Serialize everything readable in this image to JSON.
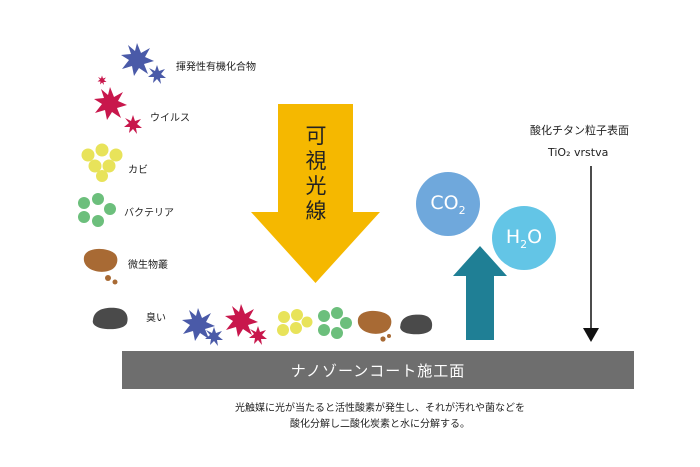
{
  "legend": [
    {
      "key": "voc",
      "label": "揮発性有機化合物",
      "color": "#4a5aa8"
    },
    {
      "key": "virus",
      "label": "ウイルス",
      "color": "#c8174c"
    },
    {
      "key": "mold",
      "label": "カビ",
      "color": "#e8e35a"
    },
    {
      "key": "bacteria",
      "label": "バクテリア",
      "color": "#6cbf7c"
    },
    {
      "key": "dust",
      "label": "微生物叢",
      "color": "#a86a34"
    },
    {
      "key": "odor",
      "label": "臭い",
      "color": "#4a4a4a"
    }
  ],
  "light": {
    "label_chars": [
      "可",
      "視",
      "光",
      "線"
    ],
    "arrow_color": "#f5b800"
  },
  "molecules": {
    "co2": {
      "main": "CO",
      "sub": "2",
      "color": "#6fa8dc"
    },
    "h2o": {
      "main": "H",
      "sub": "2",
      "tail": "O",
      "color": "#63c5e6"
    }
  },
  "up_arrow_color": "#1f7f95",
  "surface": {
    "title_line1": "酸化チタン粒子表面",
    "title_line2": "TiO₂ vrstva"
  },
  "bar": {
    "label": "ナノゾーンコート施工面",
    "color": "#6e6e6e"
  },
  "description": [
    "光触媒に光が当たると活性酸素が発生し、それが汚れや菌などを",
    "酸化分解し二酸化炭素と水に分解する。"
  ]
}
